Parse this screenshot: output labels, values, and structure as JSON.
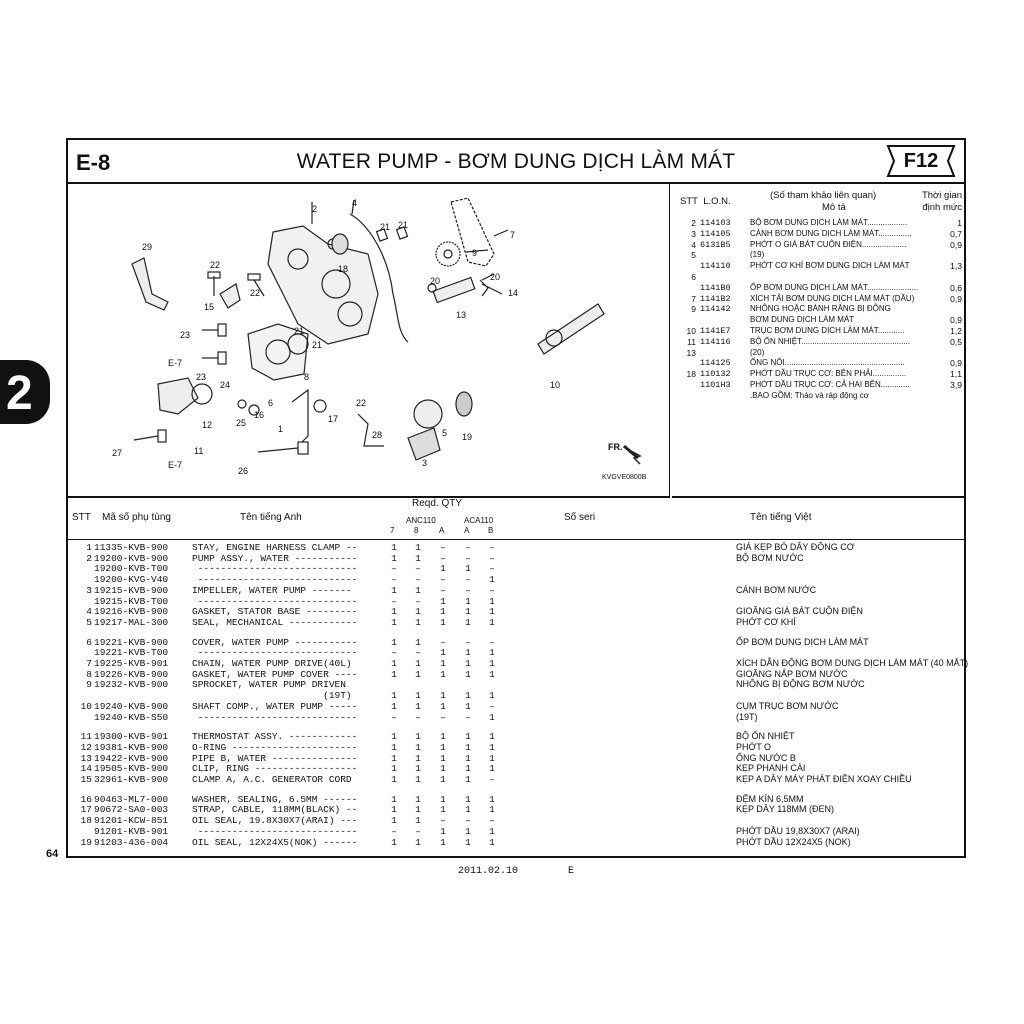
{
  "header": {
    "section_code": "E-8",
    "title": "WATER PUMP - BƠM DUNG DỊCH LÀM MÁT",
    "badge": "F12"
  },
  "side_tab": "2",
  "page_number": "64",
  "footer": {
    "date": "2011.02.10",
    "edition": "E"
  },
  "diagram": {
    "ref_id": "KVGVE0800B",
    "fr_label": "FR.",
    "callouts": [
      "2",
      "4",
      "21",
      "21",
      "7",
      "29",
      "22",
      "22",
      "9",
      "18",
      "20",
      "20",
      "14",
      "15",
      "13",
      "21",
      "21",
      "23",
      "E-7",
      "8",
      "23",
      "24",
      "22",
      "10",
      "6",
      "16",
      "25",
      "1",
      "17",
      "12",
      "11",
      "28",
      "5",
      "19",
      "27",
      "E-7",
      "3",
      "26"
    ]
  },
  "labor": {
    "col_stt": "STT",
    "col_lon": "L.O.N.",
    "col_ref": "(Số tham khảo liên quan)",
    "col_desc": "Mô tả",
    "col_time1": "Thời gian",
    "col_time2": "định mức",
    "rows": [
      {
        "stt": "2",
        "code": "114103",
        "desc": "BỘ BƠM DUNG DỊCH LÀM MÁT..................",
        "time": "1"
      },
      {
        "stt": "3",
        "code": "114105",
        "desc": "CÁNH BƠM DUNG DỊCH LÀM MÁT...............",
        "time": "0,7"
      },
      {
        "stt": "4",
        "code": "6131B5",
        "desc": "PHỚT O GIÁ BÁT CUỘN ĐIỆN....................",
        "time": "0,9"
      },
      {
        "stt": "5",
        "code": "",
        "desc": "(19)",
        "time": ""
      },
      {
        "stt": "",
        "code": "114110",
        "desc": "PHỚT CƠ KHÍ BƠM DUNG DỊCH LÀM MÁT",
        "time": "1,3"
      },
      {
        "stt": "6",
        "code": "",
        "desc": "",
        "time": ""
      },
      {
        "stt": "",
        "code": "1141B0",
        "desc": "ỐP BƠM DUNG DỊCH LÀM MÁT.......................",
        "time": "0,6"
      },
      {
        "stt": "7",
        "code": "1141B2",
        "desc": "XÍCH TẢI BƠM DUNG DỊCH LÀM MÁT (DẦU)",
        "time": "0,9"
      },
      {
        "stt": "9",
        "code": "114142",
        "desc": "NHÔNG HOẶC BÁNH RĂNG BỊ ĐỘNG",
        "time": ""
      },
      {
        "stt": "",
        "code": "",
        "desc": "BƠM DUNG DỊCH LÀM MÁT",
        "time": "0,9"
      },
      {
        "stt": "10",
        "code": "1141E7",
        "desc": "TRỤC BƠM DUNG DỊCH LÀM MÁT............",
        "time": "1,2"
      },
      {
        "stt": "11",
        "code": "114116",
        "desc": "BỘ ỔN NHIỆT.................................................",
        "time": "0,5"
      },
      {
        "stt": "13",
        "code": "",
        "desc": "(20)",
        "time": ""
      },
      {
        "stt": "",
        "code": "114125",
        "desc": "ỐNG NỐI......................................................",
        "time": "0,9"
      },
      {
        "stt": "18",
        "code": "110132",
        "desc": "PHỚT DẦU TRỤC CƠ: BÊN PHẢI...............",
        "time": "1,1"
      },
      {
        "stt": "",
        "code": "1101H3",
        "desc": "PHỚT DẦU TRỤC CƠ: CẢ HAI BÊN.............",
        "time": "3,9"
      },
      {
        "stt": "",
        "code": "",
        "desc": ".BAO GỒM: Tháo và ráp động cơ",
        "time": ""
      }
    ]
  },
  "table": {
    "headers": {
      "stt": "STT",
      "part_no": "Mã số phụ tùng",
      "name_en": "Tên tiếng Anh",
      "reqd": "Reqd. QTY",
      "group1": "ANC110",
      "group2": "ACA110",
      "sub": [
        "7",
        "8",
        "A",
        "A",
        "B"
      ],
      "serial": "Số seri",
      "name_vn": "Tên tiếng Việt"
    },
    "rows": [
      {
        "stt": "1",
        "pn": "11335-KVB-900",
        "en": "STAY, ENGINE HARNESS CLAMP --",
        "q": [
          "1",
          "1",
          "–",
          "–",
          "–"
        ],
        "vn": "GIÁ KẸP BÓ DÂY ĐỘNG CƠ"
      },
      {
        "stt": "2",
        "pn": "19200-KVB-900",
        "en": "PUMP ASSY., WATER -----------",
        "q": [
          "1",
          "1",
          "–",
          "–",
          "–"
        ],
        "vn": "BỘ BƠM NƯỚC"
      },
      {
        "stt": "",
        "pn": "19200-KVB-T00",
        "en": " ----------------------------",
        "q": [
          "–",
          "–",
          "1",
          "1",
          "–"
        ],
        "vn": ""
      },
      {
        "stt": "",
        "pn": "19200-KVG-V40",
        "en": " ----------------------------",
        "q": [
          "–",
          "–",
          "–",
          "–",
          "1"
        ],
        "vn": ""
      },
      {
        "stt": "3",
        "pn": "19215-KVB-900",
        "en": "IMPELLER, WATER PUMP -------",
        "q": [
          "1",
          "1",
          "–",
          "–",
          "–"
        ],
        "vn": "CÁNH BƠM NƯỚC"
      },
      {
        "stt": "",
        "pn": "19215-KVB-T00",
        "en": " ----------------------------",
        "q": [
          "–",
          "–",
          "1",
          "1",
          "1"
        ],
        "vn": ""
      },
      {
        "stt": "4",
        "pn": "19216-KVB-900",
        "en": "GASKET, STATOR BASE ---------",
        "q": [
          "1",
          "1",
          "1",
          "1",
          "1"
        ],
        "vn": "GIOĂNG GIÁ BÁT CUỘN ĐIỆN"
      },
      {
        "stt": "5",
        "pn": "19217-MAL-300",
        "en": "SEAL, MECHANICAL ------------",
        "q": [
          "1",
          "1",
          "1",
          "1",
          "1"
        ],
        "vn": "PHỚT CƠ KHÍ"
      },
      {
        "stt": "6",
        "pn": "19221-KVB-900",
        "en": "COVER, WATER PUMP -----------",
        "q": [
          "1",
          "1",
          "–",
          "–",
          "–"
        ],
        "vn": "ỐP BƠM DUNG DỊCH LÀM MÁT"
      },
      {
        "stt": "",
        "pn": "19221-KVB-T00",
        "en": " ----------------------------",
        "q": [
          "–",
          "–",
          "1",
          "1",
          "1"
        ],
        "vn": ""
      },
      {
        "stt": "7",
        "pn": "19225-KVB-901",
        "en": "CHAIN, WATER PUMP DRIVE(40L)",
        "q": [
          "1",
          "1",
          "1",
          "1",
          "1"
        ],
        "vn": "XÍCH DẪN ĐỘNG BƠM DUNG DỊCH LÀM MÁT (40 MẮT)"
      },
      {
        "stt": "8",
        "pn": "19226-KVB-900",
        "en": "GASKET, WATER PUMP COVER ----",
        "q": [
          "1",
          "1",
          "1",
          "1",
          "1"
        ],
        "vn": "GIOĂNG NẮP BƠM NƯỚC"
      },
      {
        "stt": "9",
        "pn": "19232-KVB-900",
        "en": "SPROCKET, WATER PUMP DRIVEN",
        "q": [
          "",
          "",
          "",
          "",
          ""
        ],
        "vn": "NHÔNG BỊ ĐỘNG BƠM NƯỚC"
      },
      {
        "stt": "",
        "pn": "",
        "en": "                       (19T)",
        "q": [
          "1",
          "1",
          "1",
          "1",
          "1"
        ],
        "vn": ""
      },
      {
        "stt": "10",
        "pn": "19240-KVB-900",
        "en": "SHAFT COMP., WATER PUMP -----",
        "q": [
          "1",
          "1",
          "1",
          "1",
          "–"
        ],
        "vn": "CỤM TRỤC BƠM NƯỚC"
      },
      {
        "stt": "",
        "pn": "19240-KVB-S50",
        "en": " ----------------------------",
        "q": [
          "–",
          "–",
          "–",
          "–",
          "1"
        ],
        "vn": "                    (19T)"
      },
      {
        "stt": "11",
        "pn": "19300-KVB-901",
        "en": "THERMOSTAT ASSY. ------------",
        "q": [
          "1",
          "1",
          "1",
          "1",
          "1"
        ],
        "vn": "BỘ ỔN NHIỆT"
      },
      {
        "stt": "12",
        "pn": "19381-KVB-900",
        "en": "O-RING ----------------------",
        "q": [
          "1",
          "1",
          "1",
          "1",
          "1"
        ],
        "vn": "PHỚT O"
      },
      {
        "stt": "13",
        "pn": "19422-KVB-900",
        "en": "PIPE B, WATER ---------------",
        "q": [
          "1",
          "1",
          "1",
          "1",
          "1"
        ],
        "vn": "ỐNG NƯỚC B"
      },
      {
        "stt": "14",
        "pn": "19505-KVB-900",
        "en": "CLIP, RING ------------------",
        "q": [
          "1",
          "1",
          "1",
          "1",
          "1"
        ],
        "vn": "KẸP PHANH CÀI"
      },
      {
        "stt": "15",
        "pn": "32961-KVB-900",
        "en": "CLAMP A, A.C. GENERATOR CORD",
        "q": [
          "1",
          "1",
          "1",
          "1",
          "–"
        ],
        "vn": "KẸP A DÂY MÁY PHÁT ĐIỆN XOAY CHIỀU"
      },
      {
        "stt": "16",
        "pn": "90463-ML7-000",
        "en": "WASHER, SEALING, 6.5MM ------",
        "q": [
          "1",
          "1",
          "1",
          "1",
          "1"
        ],
        "vn": "ĐỆM KÍN 6,5MM"
      },
      {
        "stt": "17",
        "pn": "90672-SA0-003",
        "en": "STRAP, CABLE, 118MM(BLACK) --",
        "q": [
          "1",
          "1",
          "1",
          "1",
          "1"
        ],
        "vn": "KẸP DÂY 118MM (ĐEN)"
      },
      {
        "stt": "18",
        "pn": "91201-KCW-851",
        "en": "OIL SEAL, 19.8X30X7(ARAI) ---",
        "q": [
          "1",
          "1",
          "–",
          "–",
          "–"
        ],
        "vn": ""
      },
      {
        "stt": "",
        "pn": "91201-KVB-901",
        "en": " ----------------------------",
        "q": [
          "–",
          "–",
          "1",
          "1",
          "1"
        ],
        "vn": "PHỚT DẦU 19,8X30X7 (ARAI)"
      },
      {
        "stt": "19",
        "pn": "91203-436-004",
        "en": "OIL SEAL, 12X24X5(NOK) ------",
        "q": [
          "1",
          "1",
          "1",
          "1",
          "1"
        ],
        "vn": "PHỚT DẦU 12X24X5 (NOK)"
      }
    ]
  }
}
